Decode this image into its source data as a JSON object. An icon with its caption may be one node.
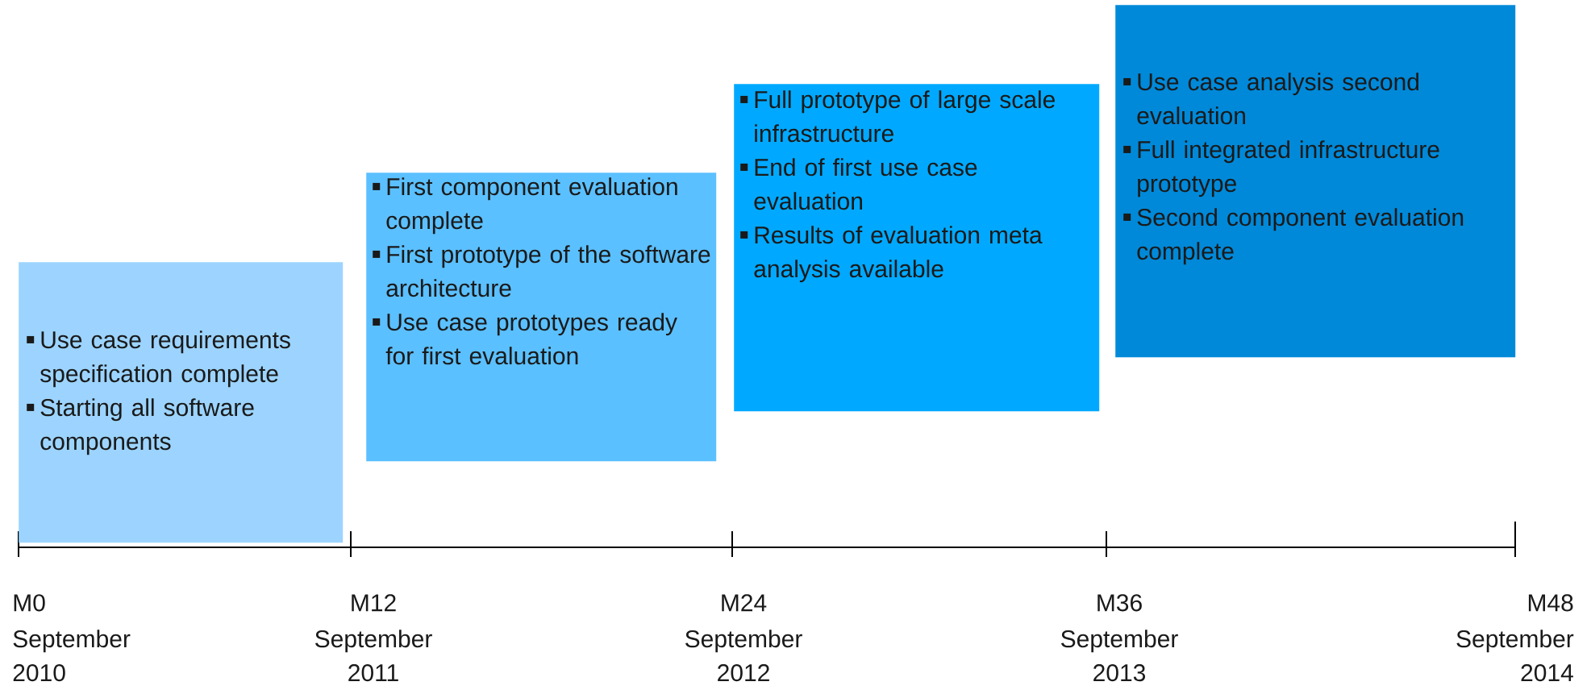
{
  "diagram": {
    "nodes": [
      {
        "text": [
          "Use case requirements specification complete",
          "Starting all software components"
        ]
      },
      {
        "text": [
          "First component evaluation complete",
          "First prototype of the software architecture",
          "Use case prototypes ready for first evaluation"
        ]
      },
      {
        "text": [
          "Full prototype of large scale infrastructure",
          "End of first use case evaluation",
          "Results of evaluation meta analysis available"
        ]
      },
      {
        "text": [
          "Use case analysis second evaluation",
          "Full integrated infrastructure prototype",
          "Second component evaluation complete"
        ]
      }
    ],
    "labels": [
      "M0",
      "September 2010",
      "M12",
      "September 2011",
      "M24",
      "September 2012",
      "M36",
      "September 2013",
      "M48",
      "September 2014"
    ]
  }
}
